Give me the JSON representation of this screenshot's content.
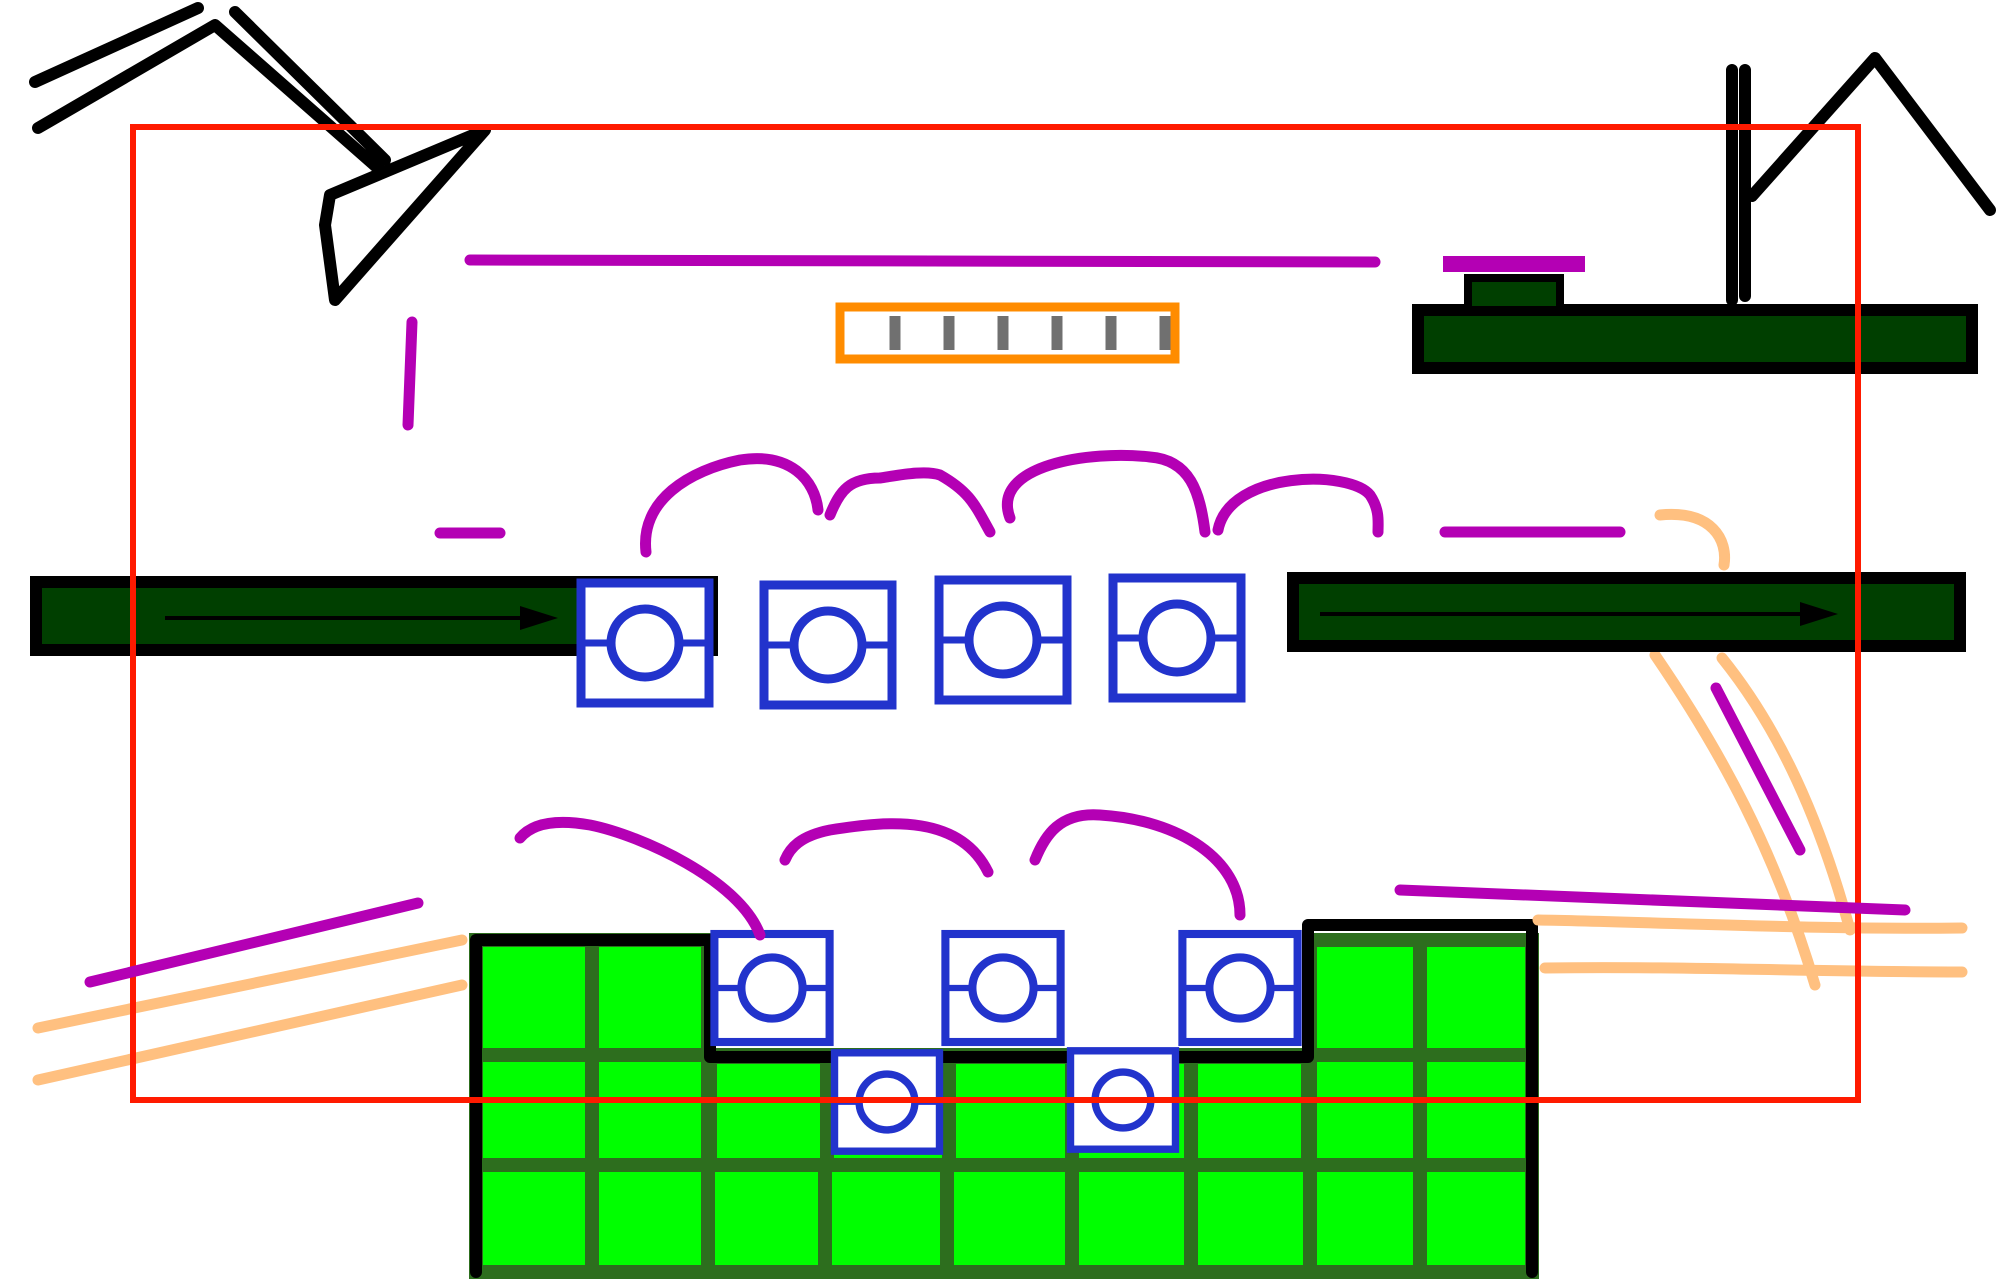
{
  "diagram": {
    "colors": {
      "frame": "#ff1a00",
      "process_arrow": "#b400b4",
      "belt_fill": "#003f00",
      "belt_outline": "#000000",
      "die_outline": "#2233cc",
      "tray_fill": "#00ff00",
      "tray_grid": "#2d6e1e",
      "tray_outline": "#000000",
      "strip_outline": "#ff8c00",
      "strip_ticks": "#707070",
      "rail": "#ffc080",
      "robot_arm": "#000000"
    },
    "icons": {
      "die_carrier": "square-with-circle-icon",
      "tray_pocket": "square-cell",
      "pick_arm": "robot-arm-icon",
      "place_arm": "robot-arm-icon",
      "reel_strip": "film-strip-icon"
    },
    "counts": {
      "carriers_on_belt": 4,
      "carriers_in_tray": 5
    }
  }
}
